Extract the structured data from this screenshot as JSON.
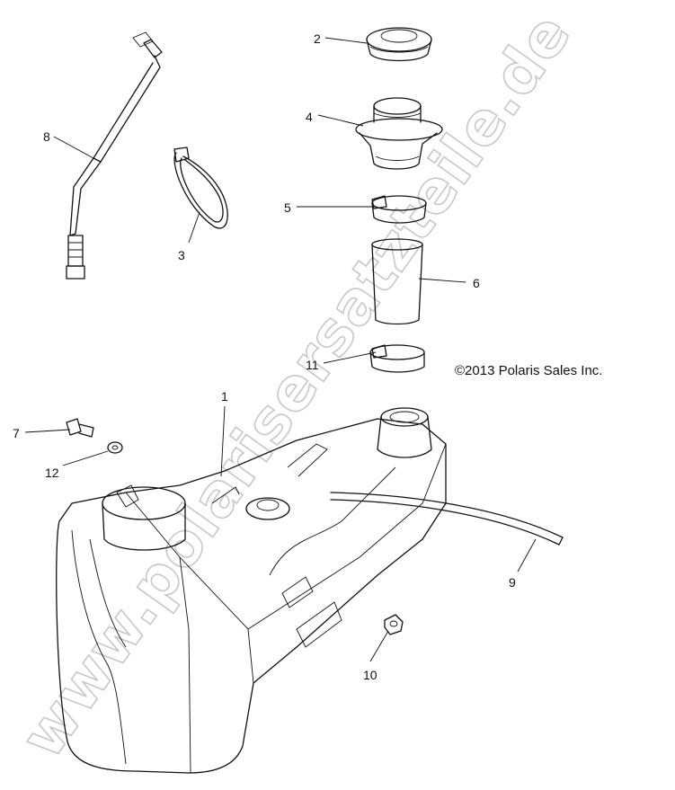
{
  "copyright": "©2013 Polaris Sales Inc.",
  "watermark": "www.polarisersatzteile.de",
  "callouts": [
    {
      "id": "1",
      "label": "1"
    },
    {
      "id": "2",
      "label": "2"
    },
    {
      "id": "3",
      "label": "3"
    },
    {
      "id": "4",
      "label": "4"
    },
    {
      "id": "5",
      "label": "5"
    },
    {
      "id": "6",
      "label": "6"
    },
    {
      "id": "7",
      "label": "7"
    },
    {
      "id": "8",
      "label": "8"
    },
    {
      "id": "9",
      "label": "9"
    },
    {
      "id": "10",
      "label": "10"
    },
    {
      "id": "11",
      "label": "11"
    },
    {
      "id": "12",
      "label": "12"
    }
  ]
}
